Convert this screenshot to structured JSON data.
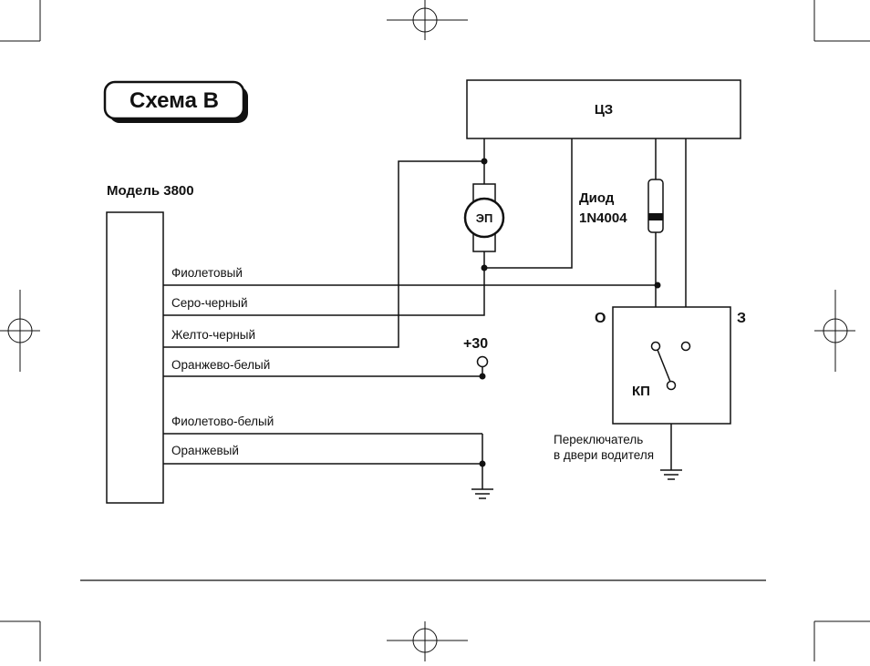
{
  "title": "Схема В",
  "model_label": "Модель 3800",
  "central_lock_label": "ЦЗ",
  "motor_label": "ЭП",
  "diode_label_line1": "Диод",
  "diode_label_line2": "1N4004",
  "plus30_label": "+30",
  "switch_open_label": "О",
  "switch_close_label": "З",
  "switch_label": "КП",
  "door_switch_line1": "Переключатель",
  "door_switch_line2": "в двери водителя",
  "wires": [
    "Фиолетовый",
    "Серо-черный",
    "Желто-черный",
    "Оранжево-белый",
    "Фиолетово-белый",
    "Оранжевый"
  ]
}
